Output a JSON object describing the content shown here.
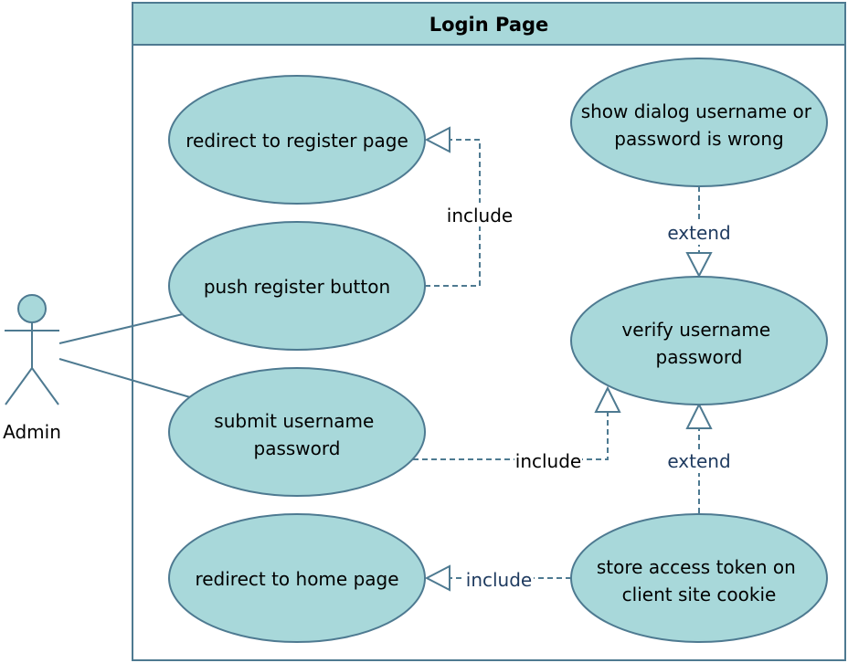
{
  "colors": {
    "fill": "#a8d8da",
    "stroke": "#4e7a91",
    "edge": "#4e7a91",
    "label_dark": "#1e3a5f",
    "label_black": "#000000"
  },
  "system": {
    "title": "Login Page"
  },
  "actor": {
    "label": "Admin"
  },
  "use_cases": {
    "redirect_register": [
      "redirect  to register page"
    ],
    "push_register": [
      "push register button"
    ],
    "submit": [
      "submit username",
      "password"
    ],
    "redirect_home": [
      "redirect to home page"
    ],
    "show_dialog": [
      "show dialog username or",
      "password is wrong"
    ],
    "verify": [
      "verify username",
      "password"
    ],
    "store_token": [
      "store access token on",
      "client site cookie"
    ]
  },
  "relations": {
    "register_include": "include",
    "verify_include": "include",
    "dialog_extend": "extend",
    "store_extend": "extend",
    "home_include": "include"
  }
}
